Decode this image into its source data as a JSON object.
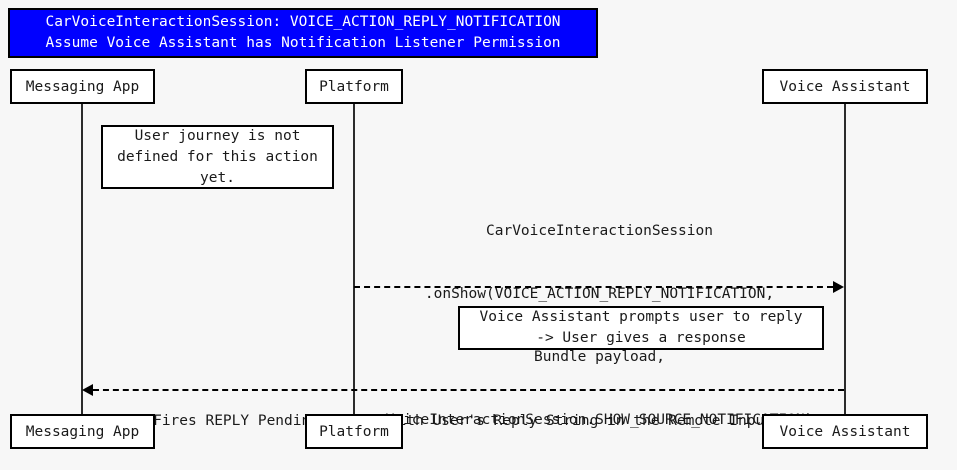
{
  "title": {
    "line1": "CarVoiceInteractionSession: VOICE_ACTION_REPLY_NOTIFICATION",
    "line2": "Assume Voice Assistant has Notification Listener Permission",
    "background_color": "#0000FF",
    "text_color": "#FFFFFF"
  },
  "participants": [
    {
      "id": "messaging-app",
      "label": "Messaging App"
    },
    {
      "id": "platform",
      "label": "Platform"
    },
    {
      "id": "voice-assistant",
      "label": "Voice Assistant"
    }
  ],
  "participants_bottom": [
    {
      "id": "messaging-app",
      "label": "Messaging App"
    },
    {
      "id": "platform",
      "label": "Platform"
    },
    {
      "id": "voice-assistant",
      "label": "Voice Assistant"
    }
  ],
  "notes": [
    {
      "id": "note-user-journey",
      "line1": "User journey is not",
      "line2": "defined for this action",
      "line3": "yet."
    },
    {
      "id": "note-prompt-user",
      "line1": "Voice Assistant prompts user to reply",
      "line2": "-> User gives a response"
    }
  ],
  "messages": [
    {
      "id": "message-onshow",
      "from": "platform",
      "to": "voice-assistant",
      "direction": "right",
      "style": "dashed",
      "line1": "CarVoiceInteractionSession",
      "line2": ".onShow(VOICE_ACTION_REPLY_NOTIFICATION,",
      "line3": "Bundle payload,",
      "line4": "VoiceInteractionSession.SHOW_SOURCE_NOTIFICATION)"
    },
    {
      "id": "message-reply-intent",
      "from": "voice-assistant",
      "to": "messaging-app",
      "direction": "left",
      "style": "dashed",
      "line1": "Fires REPLY Pending Intent with User's Reply String in the Remote Input"
    }
  ],
  "canvas": {
    "background_color": "#F7F7F7",
    "line_color": "#000000",
    "width": "957",
    "height": "470"
  }
}
